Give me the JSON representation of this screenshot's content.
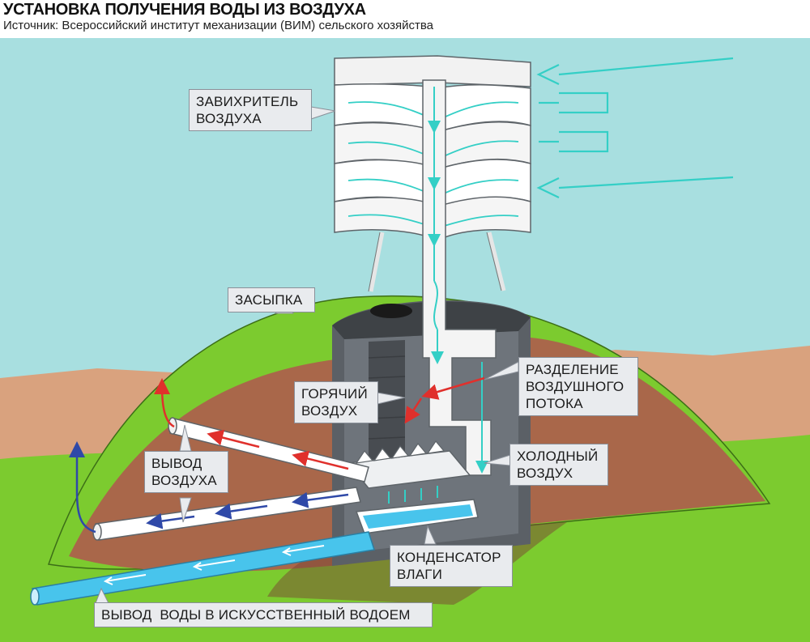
{
  "title": "УСТАНОВКА ПОЛУЧЕНИЯ ВОДЫ ИЗ ВОЗДУХА",
  "subtitle": "Источник: Всероссийский институт механизации (ВИМ) сельского хозяйства",
  "labels": {
    "swirler": [
      "ЗАВИХРИТЕЛЬ",
      "ВОЗДУХА"
    ],
    "backfill": [
      "ЗАСЫПКА"
    ],
    "separation": [
      "РАЗДЕЛЕНИЕ",
      "ВОЗДУШНОГО",
      "ПОТОКА"
    ],
    "hot_air": [
      "ГОРЯЧИЙ",
      "ВОЗДУХ"
    ],
    "cold_air": [
      "ХОЛОДНЫЙ",
      "ВОЗДУХ"
    ],
    "air_outlet": [
      "ВЫВОД",
      "ВОЗДУХА"
    ],
    "condenser": [
      "КОНДЕНСАТОР",
      "ВЛАГИ"
    ],
    "water_outlet": [
      "ВЫВОД  ВОДЫ В ИСКУССТВЕННЫЙ ВОДОЕМ"
    ]
  },
  "colors": {
    "sky": "#a8dfe0",
    "grass": "#7ccb2f",
    "soil": "#a9674a",
    "ground_far": "#d9a27e",
    "hot_air": "#e0302c",
    "cold_air": "#2f49a8",
    "water": "#48c4ec",
    "air_flow": "#34cfc6"
  }
}
